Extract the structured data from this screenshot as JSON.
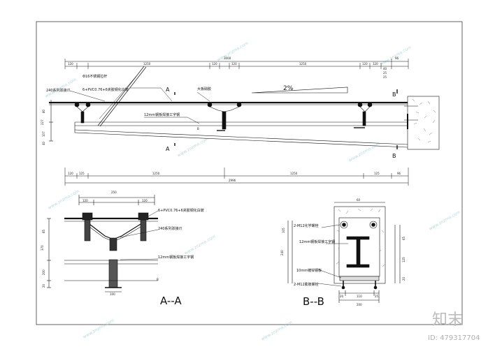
{
  "drawing": {
    "elevation": {
      "dims_top": {
        "overall": "3000",
        "segments": [
          "120",
          "1250",
          "120",
          "120",
          "1250",
          "120",
          "120"
        ],
        "right": "96",
        "small": [
          "40",
          "25",
          "25"
        ]
      },
      "dims_bottom": {
        "segments": [
          "120",
          "125",
          "1250",
          "1250",
          "125",
          "96"
        ],
        "overall": "2996"
      },
      "left_dims": [
        "80",
        "107",
        "227",
        "40"
      ],
      "labels": {
        "rod": "Φ16不锈钢拉杆",
        "profile": "240系列驳接爪",
        "glass": "6+PVC0.76+6夹胶钢化白玻",
        "sealant": "大板硝胶",
        "beam": "12mm钢板焊接工字钢",
        "slope": "2%",
        "cut_a_top": "A",
        "cut_a_bottom": "A",
        "cut_b_top": "B",
        "cut_b_bottom": "B",
        "mark_b": "B"
      }
    },
    "section_a": {
      "title": "A--A",
      "dims_top": [
        "120",
        "120"
      ],
      "overall": "250",
      "bottom": "100",
      "left_dims": [
        "85",
        "370",
        "200",
        "20"
      ],
      "labels": {
        "glass": "6+PVC0.76+6夹胶钢化白玻",
        "profile": "240系列驳接爪",
        "beam": "12mm钢板焊接工字钢",
        "mark": "B"
      }
    },
    "section_b": {
      "title": "B--B",
      "top": "60",
      "bottom": [
        "20",
        "110",
        "25"
      ],
      "overall": "200",
      "left_dims": [
        "105",
        "240"
      ],
      "right_dims": [
        "65",
        "125",
        "20"
      ],
      "labels": {
        "bolt_chem": "2-M12化学螺栓",
        "beam": "12mm钢板焊接工字钢",
        "plate": "10mm镀锌钢板",
        "bolt_exp": "2-M12膨胀螺栓"
      }
    }
  },
  "watermark": {
    "text": "www.znzmo.com",
    "logo": "知末",
    "id": "ID: 479317704"
  },
  "colors": {
    "line": "#111111",
    "glass": "#1a1a1a",
    "watermark": "#9bd0cf",
    "hatch": "#555555"
  }
}
